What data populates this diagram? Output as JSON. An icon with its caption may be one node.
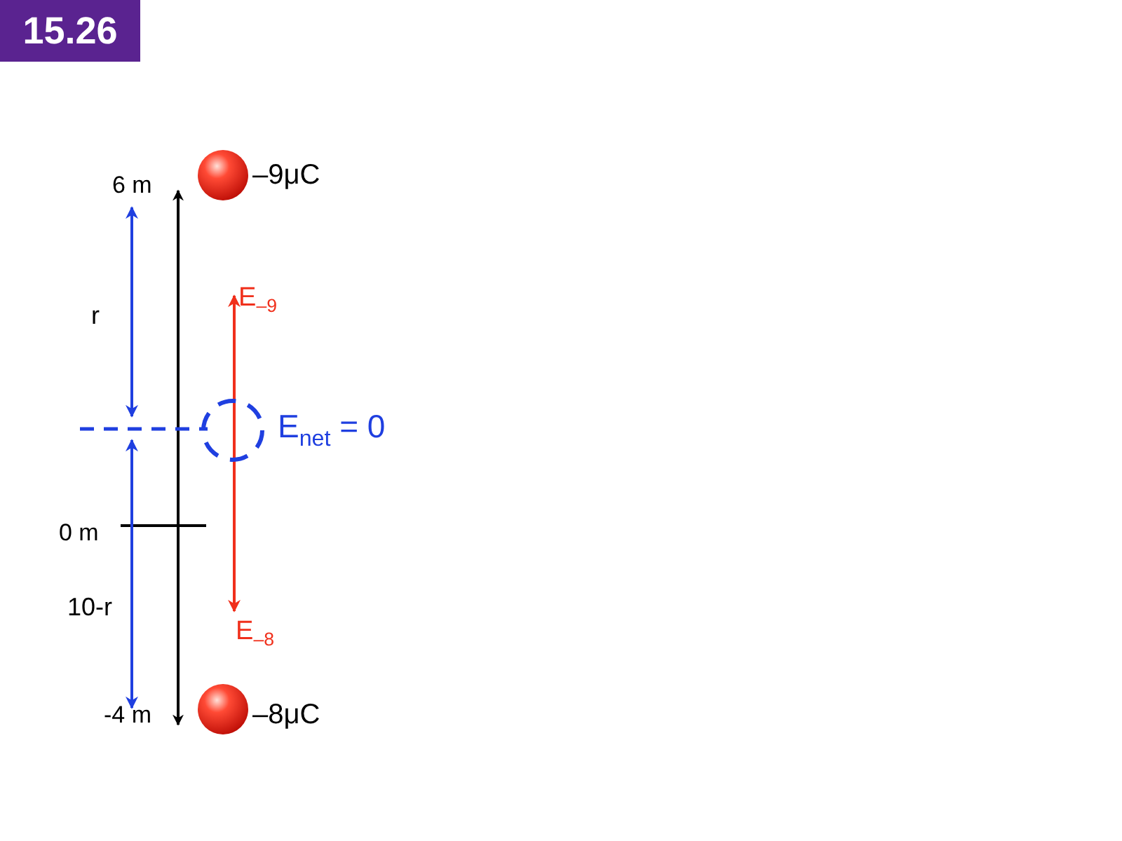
{
  "diagram": {
    "title": "15.26",
    "labels": [
      "6 m",
      "–9μC",
      "r",
      "E$_{–9}$",
      "E$_{net}$ = 0",
      "0 m",
      "10-r",
      "E$_{–8}$",
      "-4 m",
      "–8μC"
    ]
  }
}
